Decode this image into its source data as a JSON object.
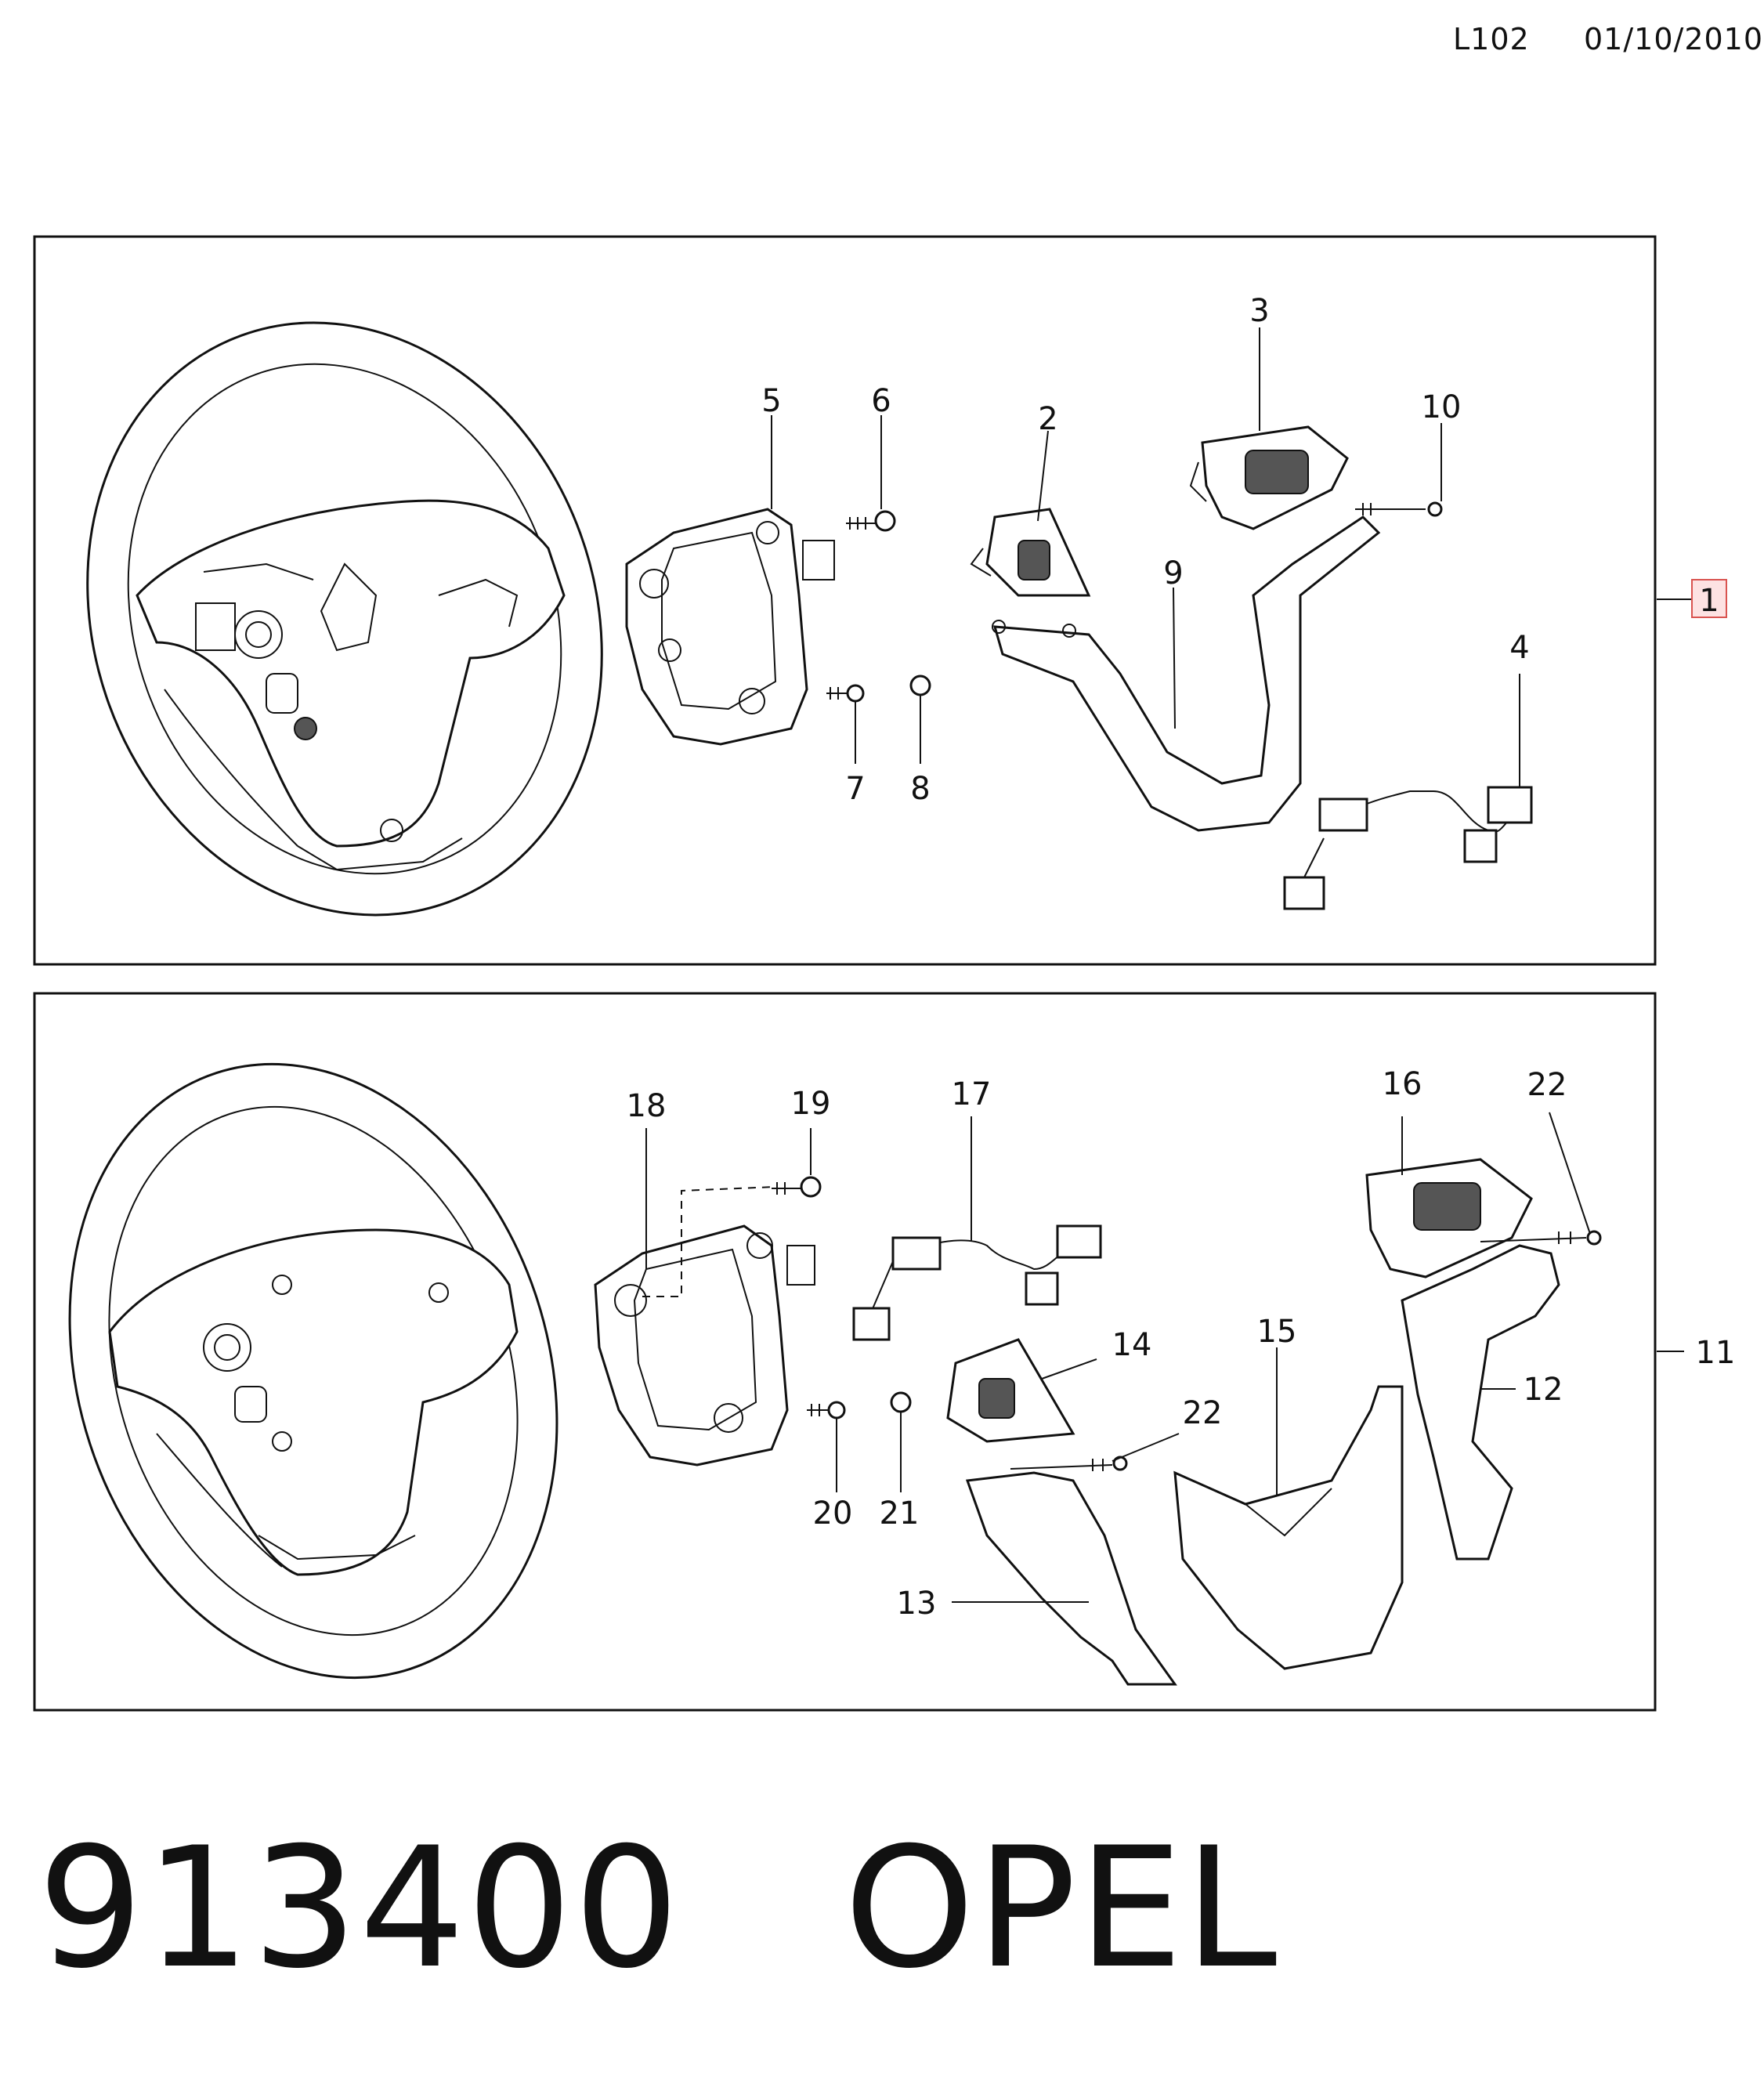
{
  "header": {
    "code": "L102",
    "date": "01/10/2010"
  },
  "assembly_labels": {
    "top": "1",
    "bottom": "11"
  },
  "callouts": {
    "top": [
      "5",
      "6",
      "3",
      "10",
      "2",
      "9",
      "4",
      "7",
      "8"
    ],
    "bottom": [
      "18",
      "19",
      "17",
      "16",
      "22",
      "14",
      "15",
      "22",
      "12",
      "20",
      "21",
      "13"
    ]
  },
  "footer": {
    "part_number": "913400",
    "brand": "OPEL"
  },
  "colors": {
    "line": "#111111",
    "highlight_border": "#d9534f",
    "highlight_fill": "#fde2e2"
  }
}
